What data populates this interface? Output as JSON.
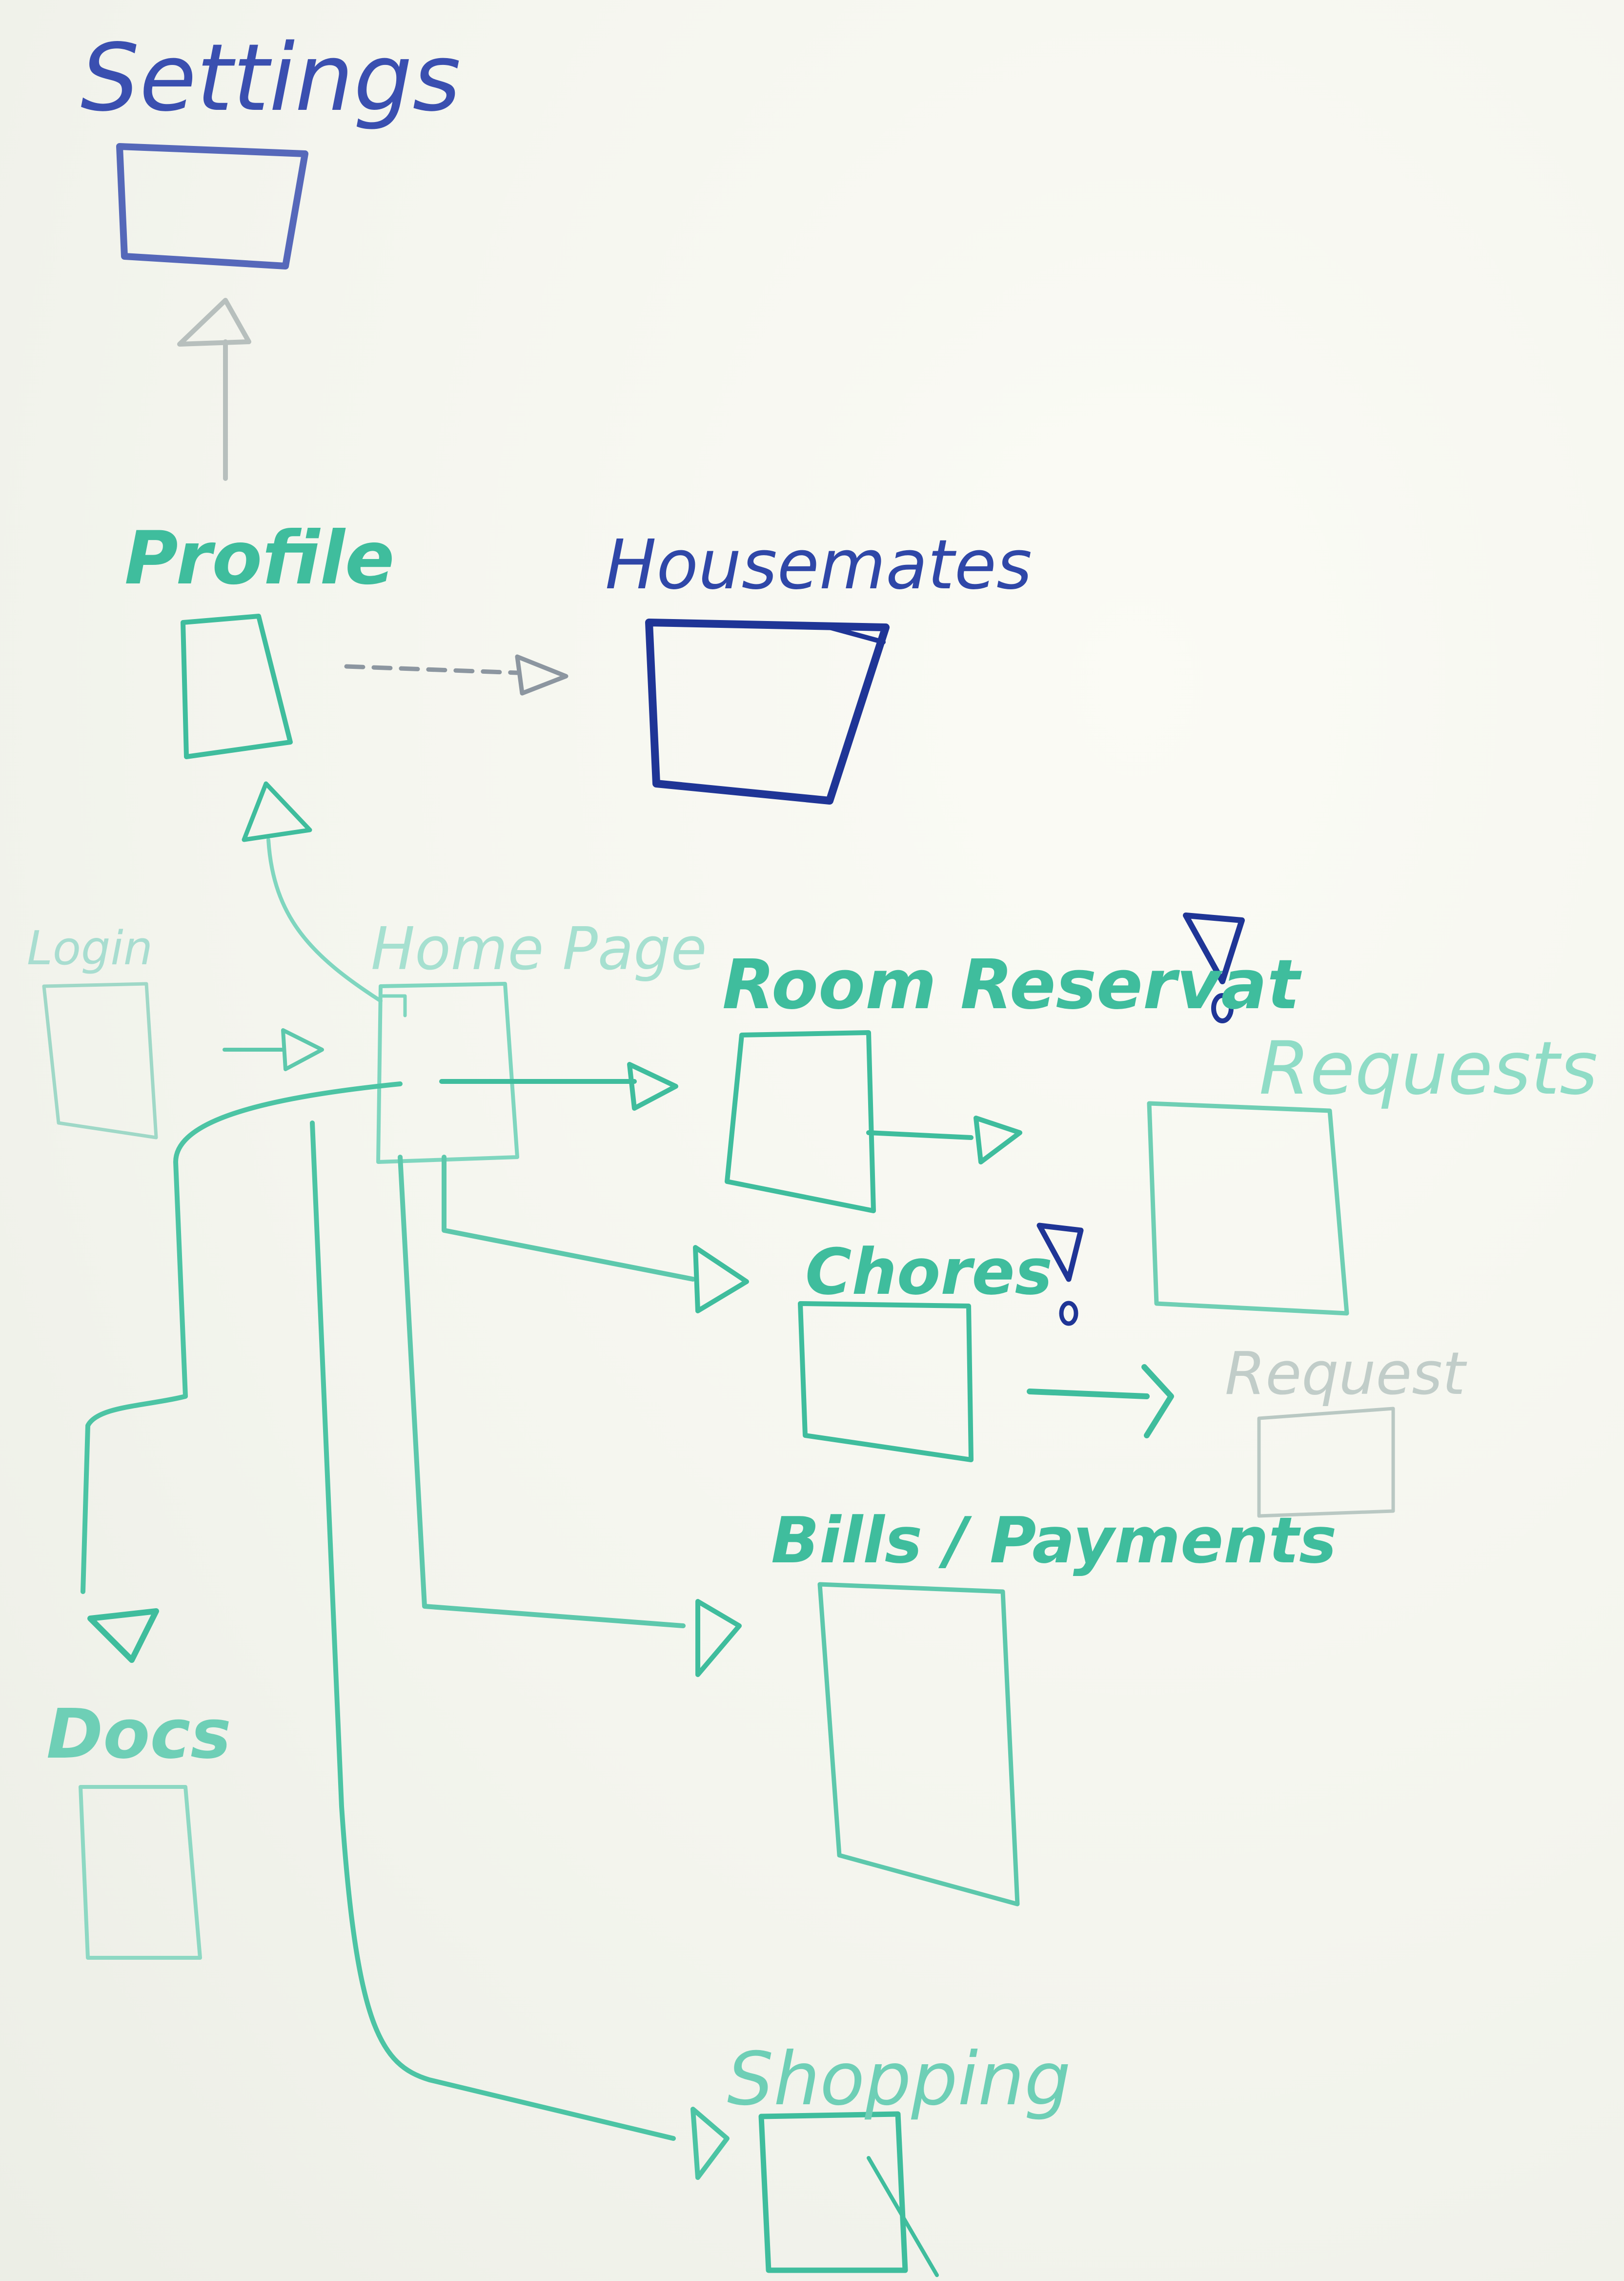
{
  "colors": {
    "blue": "#3a4fb0",
    "blue_dark": "#1f3596",
    "teal": "#3fbd9d",
    "teal_light": "#7fd6bf",
    "gray": "#a9b3b0",
    "board": "#f4f5ee"
  },
  "labels": {
    "settings": "Settings",
    "profile": "Profile",
    "housemates": "Housemates",
    "login": "Login",
    "home_page": "Home Page",
    "room_reservations": "Room Reservat",
    "requests": "Requests",
    "chores": "Chores",
    "request": "Request",
    "bills": "Bills / Payments",
    "docs": "Docs",
    "shopping": "Shopping"
  },
  "icons": {
    "alert": "alert-exclamation-icon",
    "arrow": "arrowhead-icon"
  }
}
